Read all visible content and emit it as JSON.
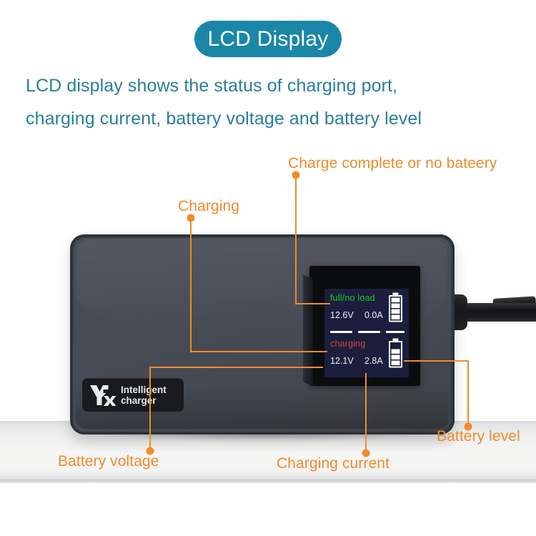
{
  "header": {
    "pill_label": "LCD Display",
    "pill_color": "#1b87a8"
  },
  "description": {
    "line1": "LCD display shows the status of charging port,",
    "line2": "charging current, battery voltage and battery level",
    "color": "#2a7e9b"
  },
  "product": {
    "brand_mark": "YX",
    "brand_line1": "Intelligent",
    "brand_line2": "charger",
    "body_color": "#474b53"
  },
  "lcd": {
    "screen_background": "#1b1e3c",
    "bezel_color": "#0b0c0e",
    "rows": [
      {
        "status": "full/no load",
        "status_color": "#1fc81f",
        "voltage": "12.6V",
        "current": "0.0A",
        "battery_bars": 4,
        "battery_total_bars": 4
      },
      {
        "status": "charging",
        "status_color": "#d93d3d",
        "voltage": "12.1V",
        "current": "2.8A",
        "battery_bars": 3,
        "battery_total_bars": 4
      }
    ],
    "divider_dash_count": 3
  },
  "annotations": {
    "color": "#ef8b2c",
    "items": [
      {
        "id": "charge-complete",
        "label": "Charge complete or no bateery"
      },
      {
        "id": "charging",
        "label": "Charging"
      },
      {
        "id": "battery-voltage",
        "label": "Battery voltage"
      },
      {
        "id": "charging-current",
        "label": "Charging current"
      },
      {
        "id": "battery-level",
        "label": "Battery level"
      }
    ]
  }
}
